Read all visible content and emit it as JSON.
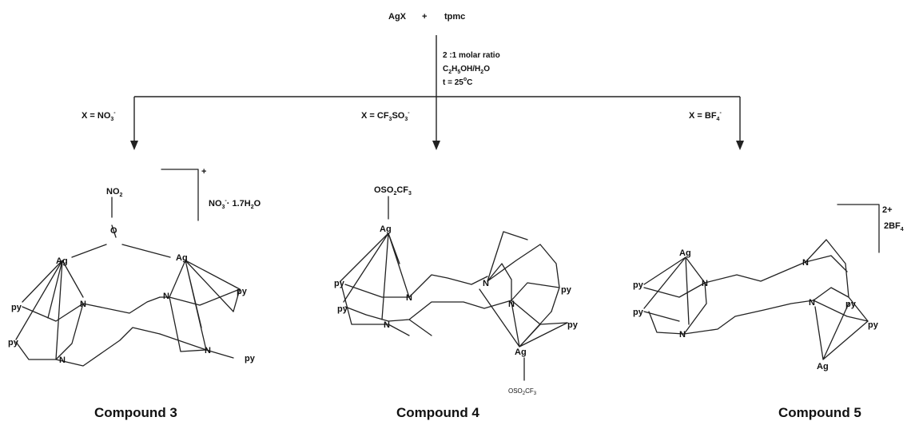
{
  "reaction": {
    "reactant": "AgX",
    "plus": "+",
    "ligand": "tpmc",
    "conditions": {
      "ratio": "2 :1 molar ratio",
      "solvent_a": "C",
      "solvent_a_sub": "2",
      "solvent_b": "H",
      "solvent_b_sub": "5",
      "solvent_c": "OH/H",
      "solvent_c_sub": "2",
      "solvent_d": "O",
      "temperature": "t = 25",
      "temperature_sup": "o",
      "temperature_unit": "C"
    }
  },
  "branches": [
    {
      "x_label": "X = NO",
      "x_sub": "3",
      "x_sup": "-"
    },
    {
      "x_label": "X = CF",
      "x_sub1": "3",
      "x_mid": "SO",
      "x_sub2": "3",
      "x_sup": "-"
    },
    {
      "x_label": "X = BF",
      "x_sub": "4",
      "x_sup": "-"
    }
  ],
  "compound3": {
    "caption": "Compound 3",
    "ligand_no2": "NO",
    "ligand_no2_sub": "2",
    "bridge_o": "O",
    "charge": "+",
    "counter_ion": "NO",
    "counter_ion_sub": "3",
    "counter_ion_sup": "-",
    "hydrate": "· 1.7H",
    "hydrate_sub": "2",
    "hydrate_end": "O",
    "metal_left": "Ag",
    "metal_right": "Ag",
    "py_labels": [
      "py",
      "py",
      "py",
      "py"
    ],
    "n_labels": [
      "N",
      "N",
      "N",
      "N"
    ]
  },
  "compound4": {
    "caption": "Compound 4",
    "top_ligand": "OSO",
    "top_ligand_sub": "2",
    "top_ligand_end": "CF",
    "top_ligand_sub2": "3",
    "bottom_ligand": "OSO",
    "bottom_ligand_sub": "2",
    "bottom_ligand_end": "CF",
    "bottom_ligand_sub2": "3",
    "metal_top": "Ag",
    "metal_bottom": "Ag",
    "py_labels": [
      "py",
      "py",
      "py",
      "py"
    ],
    "n_labels": [
      "N",
      "N",
      "N",
      "N"
    ]
  },
  "compound5": {
    "caption": "Compound 5",
    "charge": "2+",
    "counter_ion": "2BF",
    "counter_ion_sub": "4",
    "metal_top": "Ag",
    "metal_bottom": "Ag",
    "py_labels": [
      "py",
      "py",
      "py",
      "py"
    ],
    "n_labels": [
      "N",
      "N",
      "N",
      "N"
    ]
  }
}
